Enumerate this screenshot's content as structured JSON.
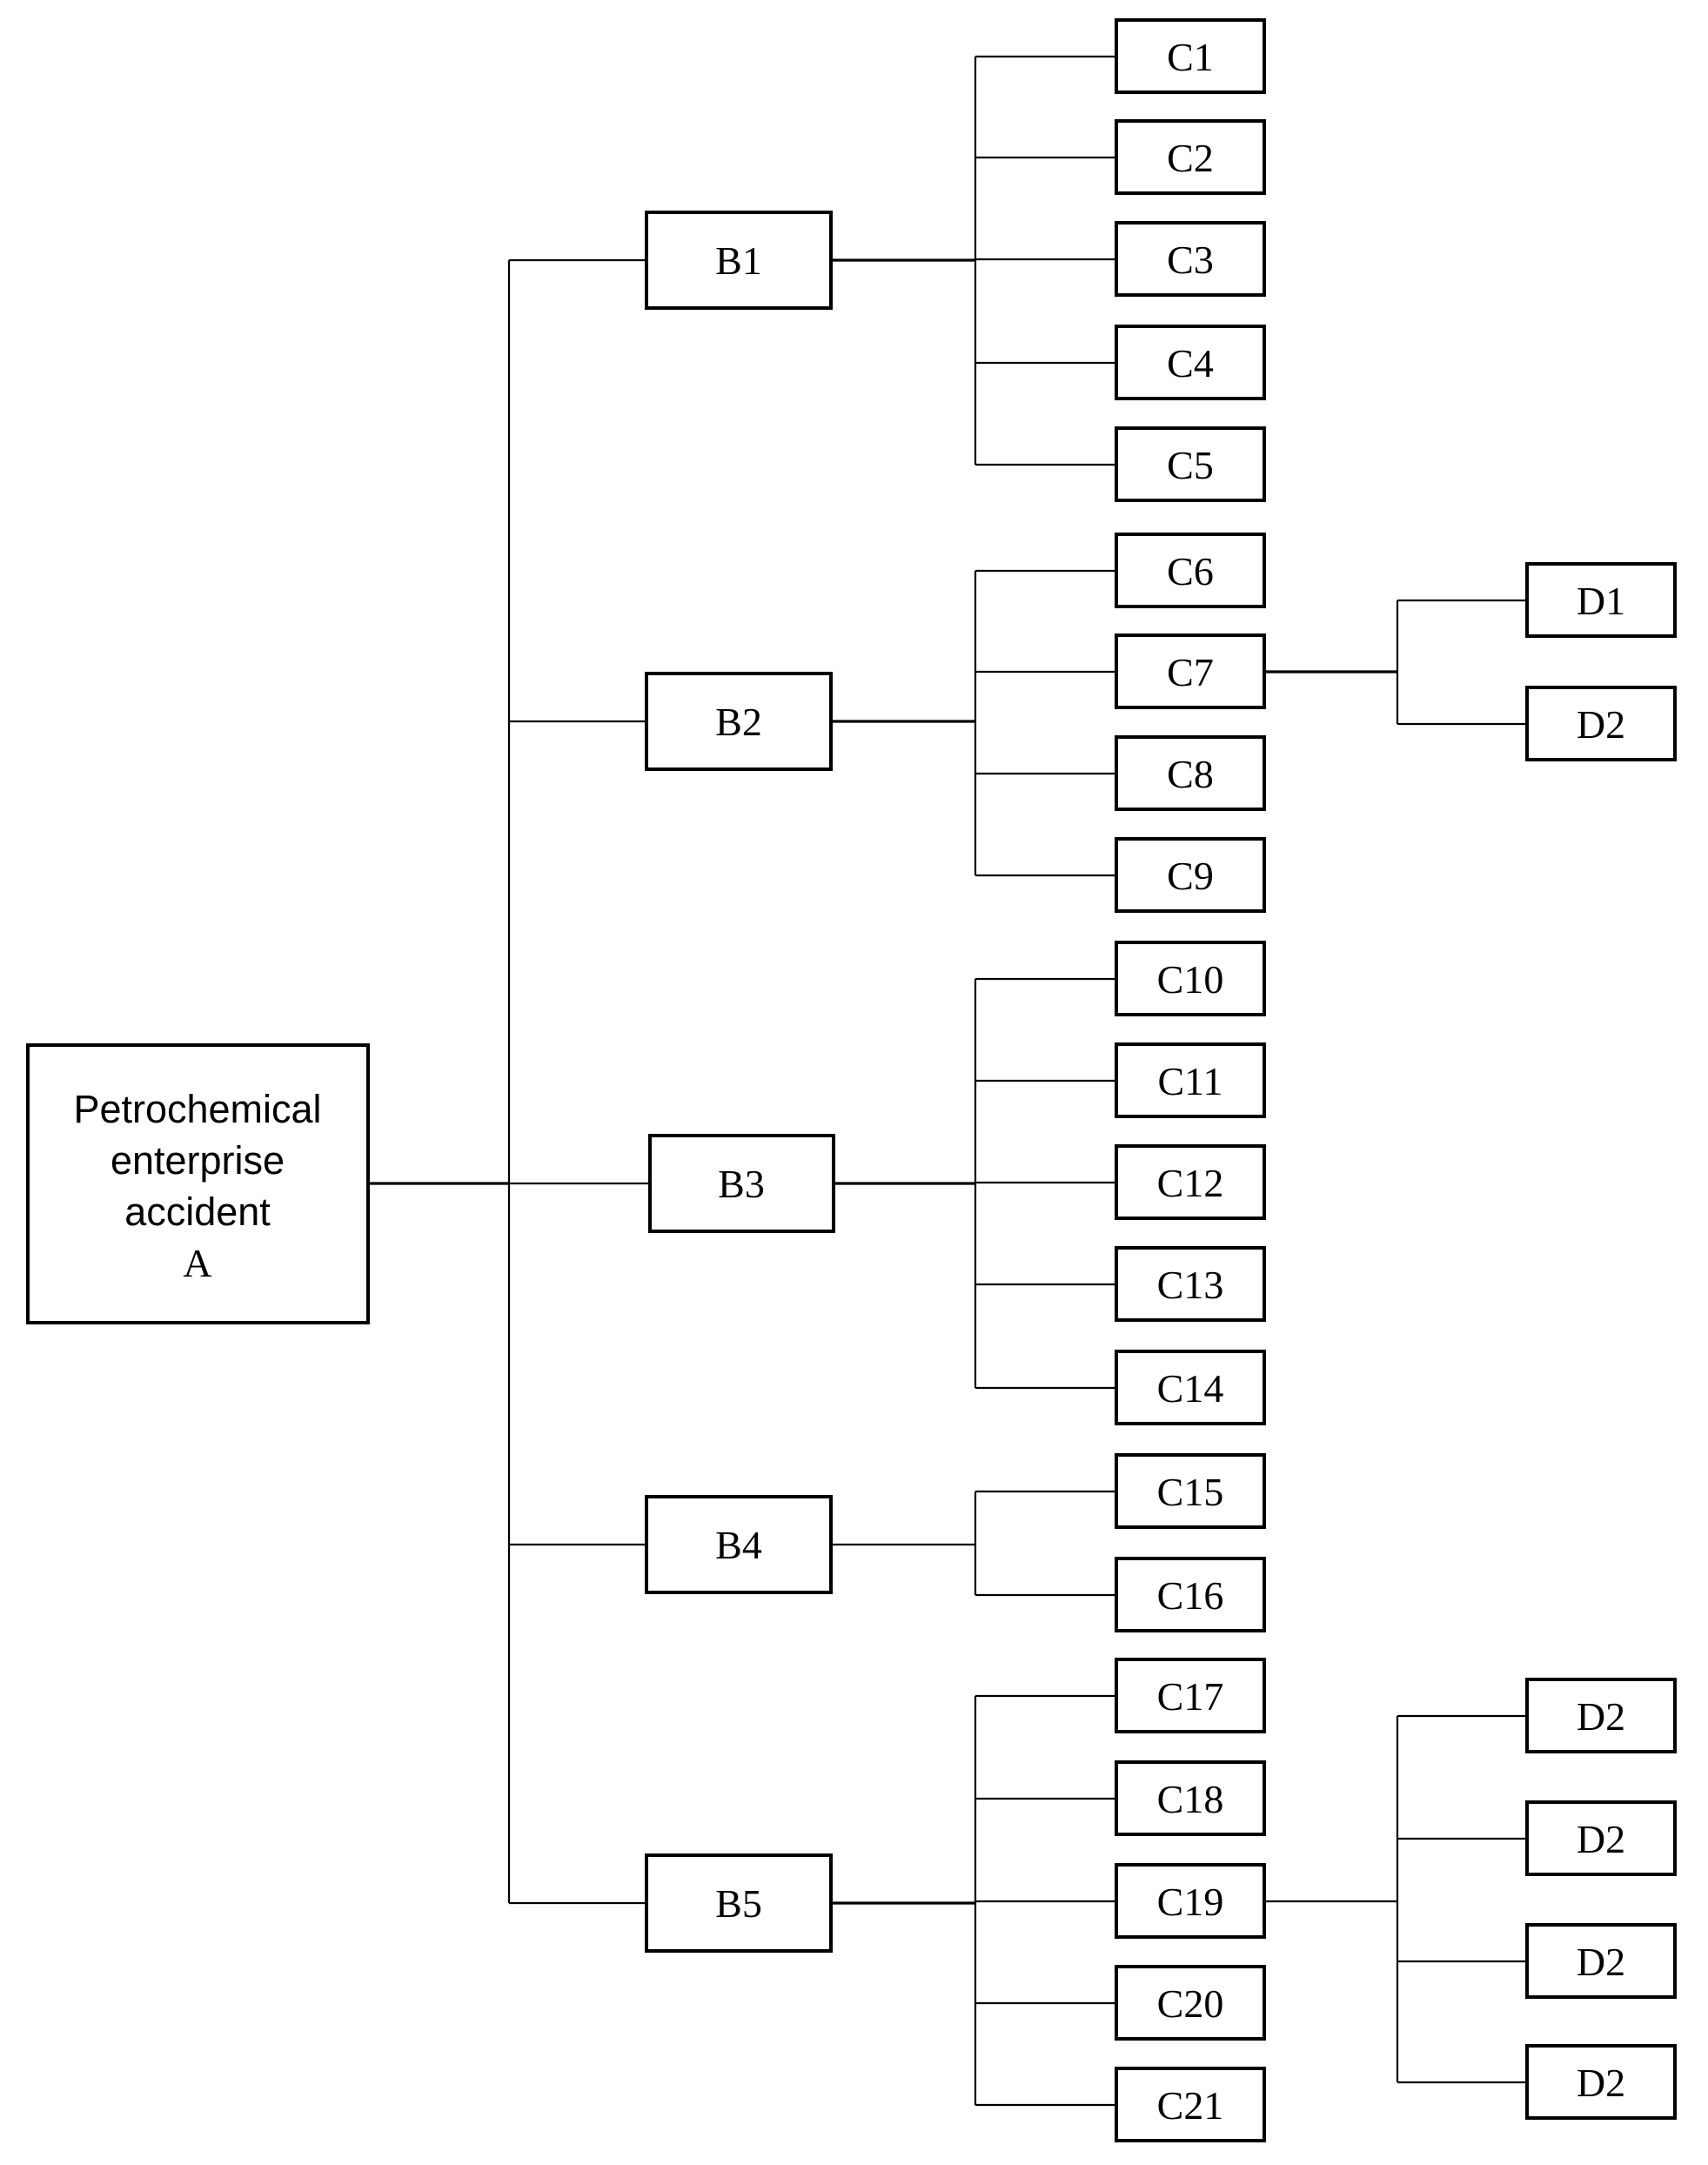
{
  "root": {
    "lines": [
      "Petrochemical",
      "enterprise",
      "accident",
      "A"
    ]
  },
  "level_b": [
    {
      "label": "B1"
    },
    {
      "label": "B2"
    },
    {
      "label": "B3"
    },
    {
      "label": "B4"
    },
    {
      "label": "B5"
    }
  ],
  "level_c": [
    {
      "label": "C1"
    },
    {
      "label": "C2"
    },
    {
      "label": "C3"
    },
    {
      "label": "C4"
    },
    {
      "label": "C5"
    },
    {
      "label": "C6"
    },
    {
      "label": "C7"
    },
    {
      "label": "C8"
    },
    {
      "label": "C9"
    },
    {
      "label": "C10"
    },
    {
      "label": "C11"
    },
    {
      "label": "C12"
    },
    {
      "label": "C13"
    },
    {
      "label": "C14"
    },
    {
      "label": "C15"
    },
    {
      "label": "C16"
    },
    {
      "label": "C17"
    },
    {
      "label": "C18"
    },
    {
      "label": "C19"
    },
    {
      "label": "C20"
    },
    {
      "label": "C21"
    }
  ],
  "level_d": [
    {
      "label": "D1"
    },
    {
      "label": "D2"
    },
    {
      "label": "D2"
    },
    {
      "label": "D2"
    },
    {
      "label": "D2"
    },
    {
      "label": "D2"
    }
  ]
}
